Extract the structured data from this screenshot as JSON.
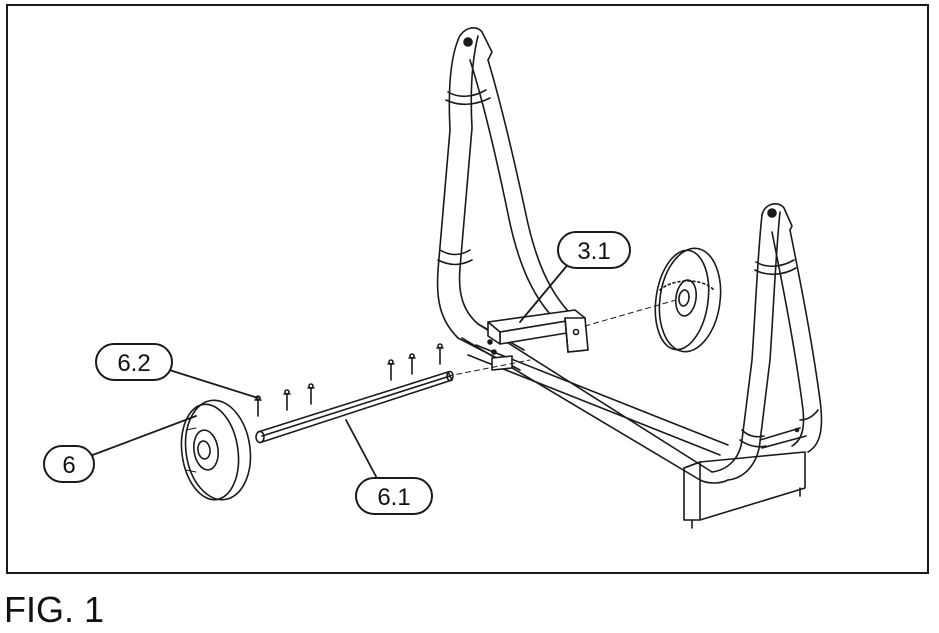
{
  "figure": {
    "caption": "FIG. 1"
  },
  "callouts": {
    "part_3_1": "3.1",
    "part_6_2": "6.2",
    "part_6": "6",
    "part_6_1": "6.1"
  },
  "colors": {
    "line": "#1a1a1a",
    "fill": "#ffffff",
    "shade": "#e9e9e9"
  }
}
